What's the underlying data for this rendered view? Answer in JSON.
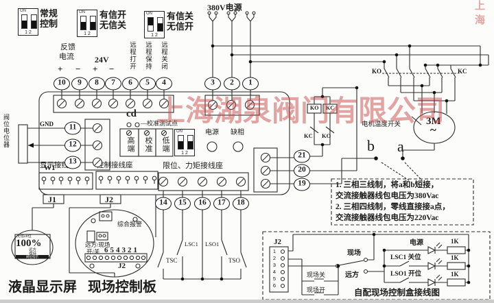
{
  "watermark": {
    "main": "上海湖泉阀门有限公司",
    "corner": "上海"
  },
  "dip_switches": {
    "dip1": {
      "on": "ON",
      "pins": "1 2",
      "line1": "常规",
      "line2": "控制"
    },
    "dip2": {
      "on": "ON",
      "pins": "1 2",
      "line1": "有信开",
      "line2": "无信关"
    },
    "dip3": {
      "on": "ON",
      "pins": "1 2",
      "line1": "有信关",
      "line2": "无信开"
    },
    "board_dip": {
      "on": "ON",
      "pins": "1 2"
    }
  },
  "power_supply": {
    "label": "380V电源",
    "terminals": [
      "3",
      "2",
      "1"
    ]
  },
  "terminal_labels": {
    "feedback_line1": "反馈",
    "feedback_line2": "电流",
    "plus": "+",
    "minus": "−",
    "v24": "24V",
    "remote_open": "远程打开",
    "remote_hold": "远程保持",
    "remote_close": "远程关闭"
  },
  "terminals_top": [
    "10",
    "9",
    "8",
    "7",
    "6",
    "5",
    "4"
  ],
  "board": {
    "pot_label": "阀位电位器",
    "gnd": "GND",
    "w1": "W1",
    "terminals_left": [
      "11",
      "12",
      "13"
    ],
    "cd": "cd",
    "calib_point": "—校准测试点",
    "calib_high": "高端",
    "calib_mid": "校准",
    "calib_low": "低端",
    "led_power": "电源",
    "led_phase": "缺相",
    "display_header": "显示接线座",
    "control_header": "控制接线座",
    "limit_header": "限位、力矩接线座",
    "j1": "J1",
    "j2": "J2",
    "terminals_bottom": [
      "14",
      "15",
      "16",
      "17",
      "18"
    ],
    "terminals_right": [
      "21",
      "20",
      "19"
    ]
  },
  "limit_switches": {
    "tsc": "TSC",
    "lsc1": "LSC1",
    "lso1": "LSO1",
    "tso": "TSO"
  },
  "contactor": {
    "ko_contact": "KO",
    "kc_contact": "KC",
    "ko_coil": "KO",
    "kc_coil": "KC",
    "aux_kc": "KC",
    "aux_ko": "KO"
  },
  "motor": {
    "name": "3M",
    "wave": "~",
    "temp_switch": "电机温度开关",
    "point_a": "a",
    "point_b": "b"
  },
  "note": {
    "l1": "1. 三相三线制，将a和b短接，",
    "l2": "交流接触器线包电压为380Vac",
    "l3": "2. 三相四线制，零线直接接a点，",
    "l4": "交流接触器线包电压为220Vac"
  },
  "lcd": {
    "top": "无信off位",
    "value": "100%",
    "s1": "远方",
    "s2": "保持",
    "bar": "阀位指示"
  },
  "panel": {
    "alarm": "综合报警",
    "mode": "远方/现场",
    "keys": "开/关",
    "digits": "654321",
    "j2": "J2"
  },
  "captions": {
    "lcd": "液晶显示屏",
    "panel": "现场控制板"
  },
  "control_box": {
    "j2": "J2",
    "pins": [
      "1",
      "2",
      "3",
      "4",
      "5",
      "6"
    ],
    "local": "现场",
    "remote": "远方",
    "local_close": "现场关",
    "local_open": "现场开",
    "power": "电源",
    "close_pos": "LSC1 关位",
    "open_pos": "LSO1 开位",
    "resistor": "1K",
    "title": "自配现场控制盒接线图"
  }
}
